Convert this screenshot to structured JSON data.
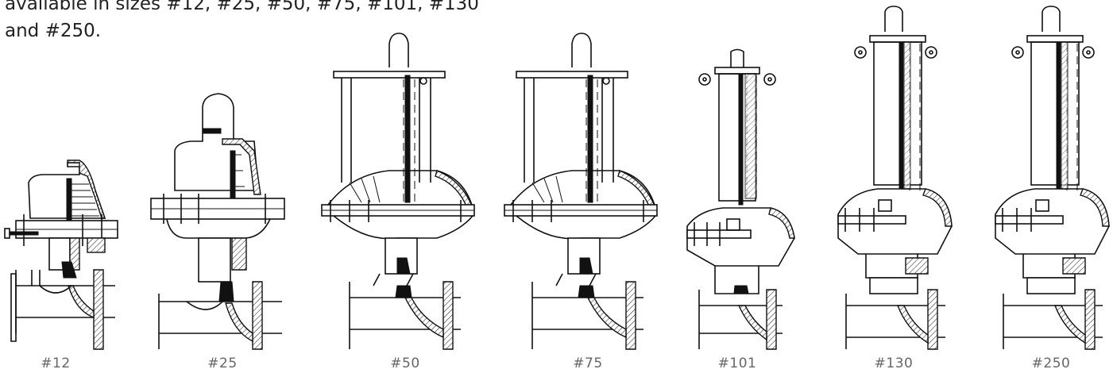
{
  "intro": {
    "line1": "available in sizes #12, #25, #50, #75, #101, #130",
    "line2": "and #250."
  },
  "valves": [
    {
      "label": "#12"
    },
    {
      "label": "#25"
    },
    {
      "label": "#50"
    },
    {
      "label": "#75"
    },
    {
      "label": "#101"
    },
    {
      "label": "#130"
    },
    {
      "label": "#250"
    }
  ]
}
